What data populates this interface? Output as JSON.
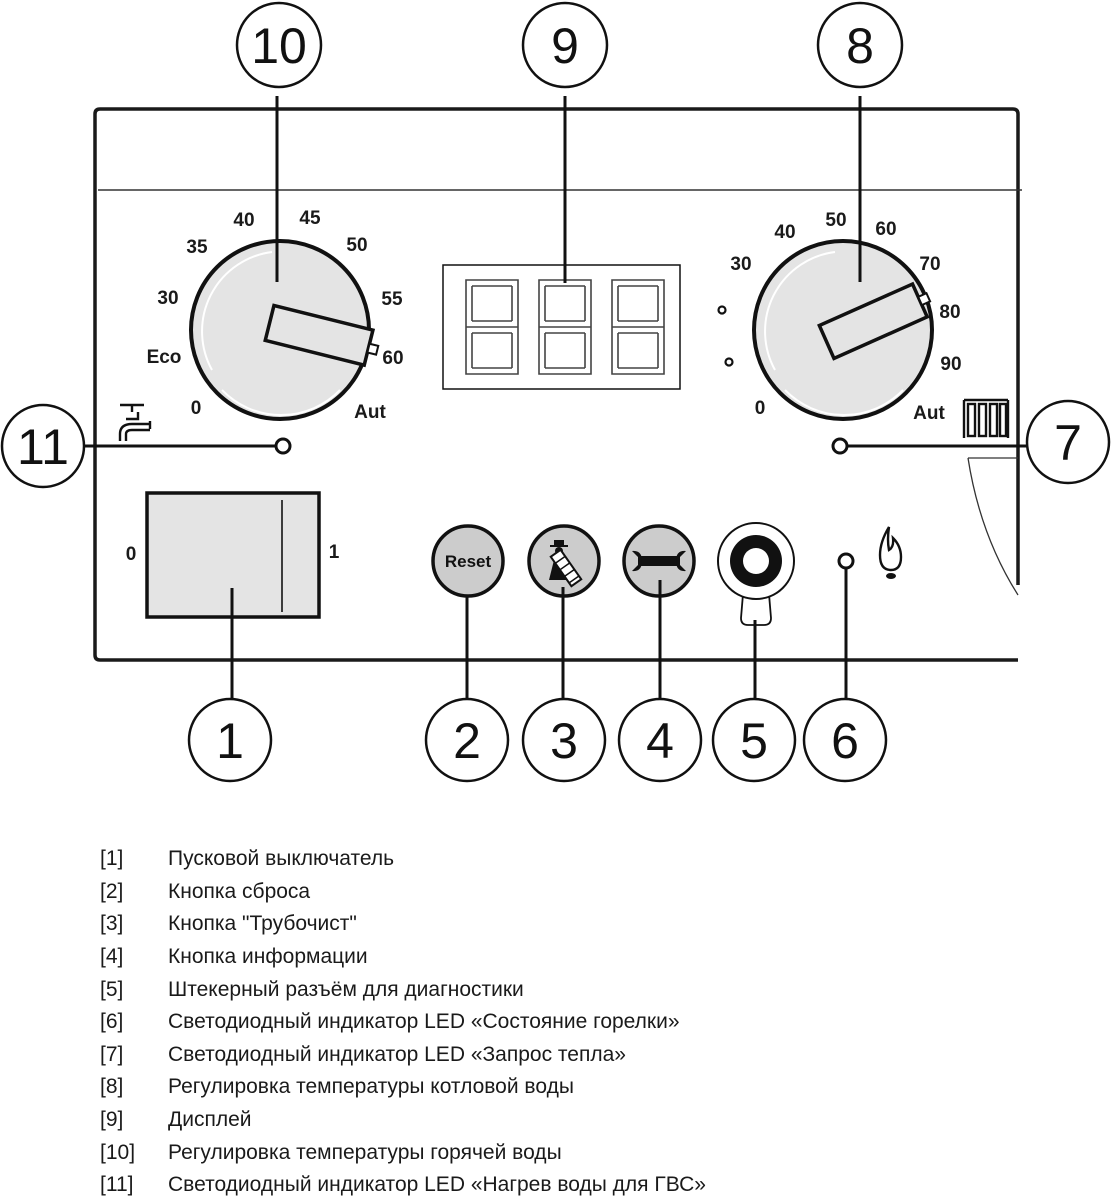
{
  "callouts": [
    "1",
    "2",
    "3",
    "4",
    "5",
    "6",
    "7",
    "8",
    "9",
    "10",
    "11"
  ],
  "switch": {
    "off_label": "0",
    "on_label": "1"
  },
  "buttons": {
    "reset_label": "Reset"
  },
  "hot_water_dial": {
    "scale": [
      "0",
      "Eco",
      "30",
      "35",
      "40",
      "45",
      "50",
      "55",
      "60",
      "Aut"
    ]
  },
  "boiler_dial": {
    "scale": [
      "0",
      "30",
      "40",
      "50",
      "60",
      "70",
      "80",
      "90",
      "Aut"
    ]
  },
  "display": {
    "digits": "888"
  },
  "icons": [
    "tap-icon",
    "radiator-icon",
    "chimney-sweep-icon",
    "wrench-icon",
    "flame-icon",
    "diagnostic-socket-icon"
  ],
  "legend": [
    {
      "num": "[1]",
      "text": "Пусковой выключатель"
    },
    {
      "num": "[2]",
      "text": "Кнопка сброса"
    },
    {
      "num": "[3]",
      "text": "Кнопка \"Трубочист\""
    },
    {
      "num": "[4]",
      "text": "Кнопка информации"
    },
    {
      "num": "[5]",
      "text": "Штекерный разъём для диагностики"
    },
    {
      "num": "[6]",
      "text": "Светодиодный индикатор LED «Состояние горелки»"
    },
    {
      "num": "[7]",
      "text": "Светодиодный индикатор LED «Запрос тепла»"
    },
    {
      "num": "[8]",
      "text": "Регулировка температуры котловой воды"
    },
    {
      "num": "[9]",
      "text": "Дисплей"
    },
    {
      "num": "[10]",
      "text": "Регулировка температуры горячей воды"
    },
    {
      "num": "[11]",
      "text": "Светодиодный индикатор LED «Нагрев воды для ГВС»"
    }
  ]
}
